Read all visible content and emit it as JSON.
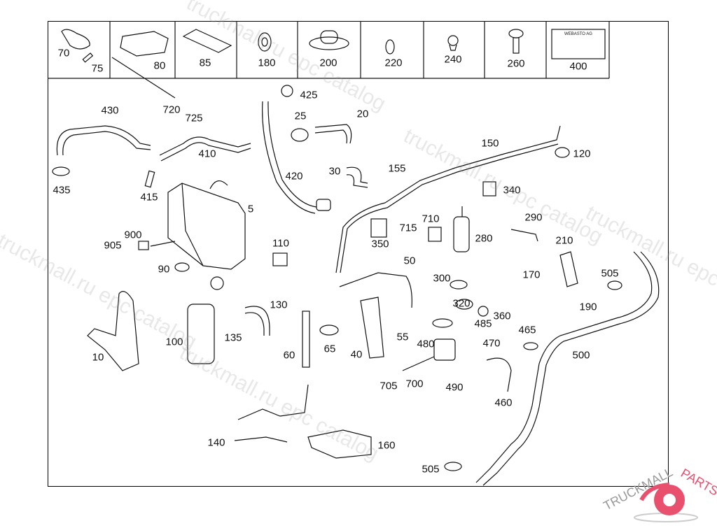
{
  "diagram": {
    "callouts": [
      "70",
      "75",
      "80",
      "85",
      "180",
      "200",
      "220",
      "240",
      "260",
      "400",
      "720",
      "725",
      "425",
      "430",
      "25",
      "20",
      "150",
      "120",
      "410",
      "155",
      "420",
      "30",
      "340",
      "435",
      "415",
      "5",
      "715",
      "710",
      "290",
      "350",
      "280",
      "210",
      "900",
      "905",
      "110",
      "90",
      "50",
      "170",
      "505",
      "300",
      "190",
      "320",
      "130",
      "360",
      "465",
      "485",
      "135",
      "55",
      "470",
      "480",
      "100",
      "65",
      "500",
      "60",
      "40",
      "10",
      "705",
      "700",
      "490",
      "460",
      "140",
      "160",
      "505"
    ],
    "label_plate": {
      "title": "WEBASTO AG"
    },
    "line_color": "#000000"
  },
  "watermark": {
    "text": "truckmall.ru epc catalog",
    "logo_left": "TRUCKMALL",
    "logo_right": "PARTS",
    "logo_color": "#e8506e"
  }
}
